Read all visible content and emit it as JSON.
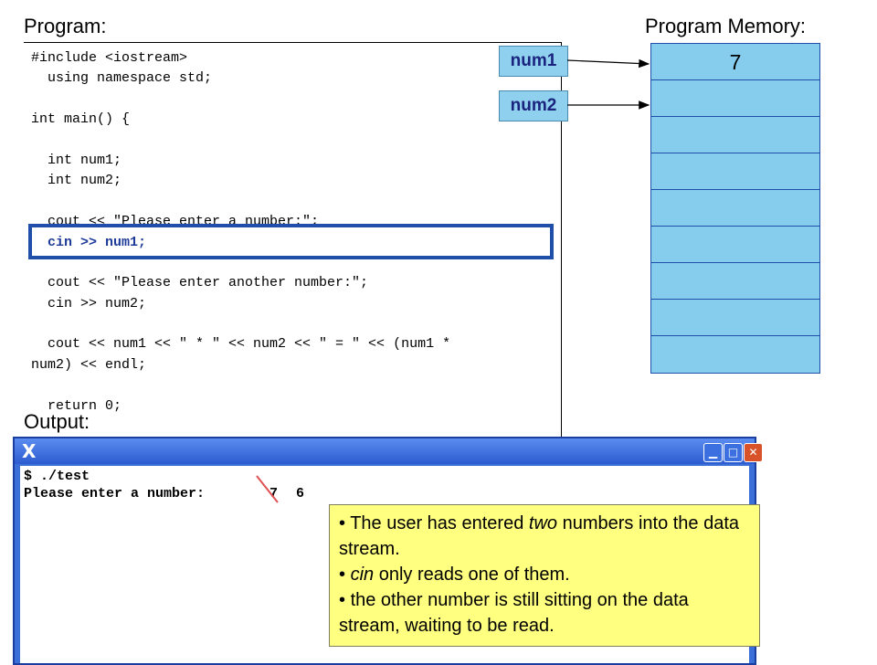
{
  "headings": {
    "program": "Program:",
    "memory": "Program Memory:",
    "output": "Output:"
  },
  "code_lines": [
    "#include <iostream>",
    "  using namespace std;",
    "",
    "int main() {",
    "",
    "  int num1;",
    "  int num2;",
    "",
    "  cout << \"Please enter a number:\";",
    "  cin >> num1;",
    "",
    "  cout << \"Please enter another number:\";",
    "  cin >> num2;",
    "",
    "  cout << num1 << \" * \" << num2 << \" = \" << (num1 *",
    "num2) << endl;",
    "",
    "  return 0;"
  ],
  "highlighted_line_index": 9,
  "variables": [
    {
      "name": "num1"
    },
    {
      "name": "num2"
    }
  ],
  "memory_cells": [
    "7",
    "",
    "",
    "",
    "",
    "",
    "",
    "",
    ""
  ],
  "colors": {
    "highlight_border": "#1f4fa8",
    "var_label_bg": "#8ed0ee",
    "memory_bg": "#86ccec",
    "note_bg": "#ffff80",
    "strike_line": "#e05050"
  },
  "terminal": {
    "titlebar_icon": "X",
    "min_icon": "minimize-icon",
    "max_icon": "maximize-icon",
    "close_icon": "close-icon",
    "prompt_line": "$ ./test",
    "output_line": "Please enter a number:",
    "entries": [
      "7",
      "6"
    ]
  },
  "note": {
    "bullet_1_prefix": "The user has entered ",
    "bullet_1_emph": "two",
    "bullet_1_suffix": " numbers into the data stream.",
    "bullet_2_emph": "cin",
    "bullet_2_suffix": " only reads one of them.",
    "bullet_3": "the other number is still sitting on the data stream, waiting to be read."
  }
}
